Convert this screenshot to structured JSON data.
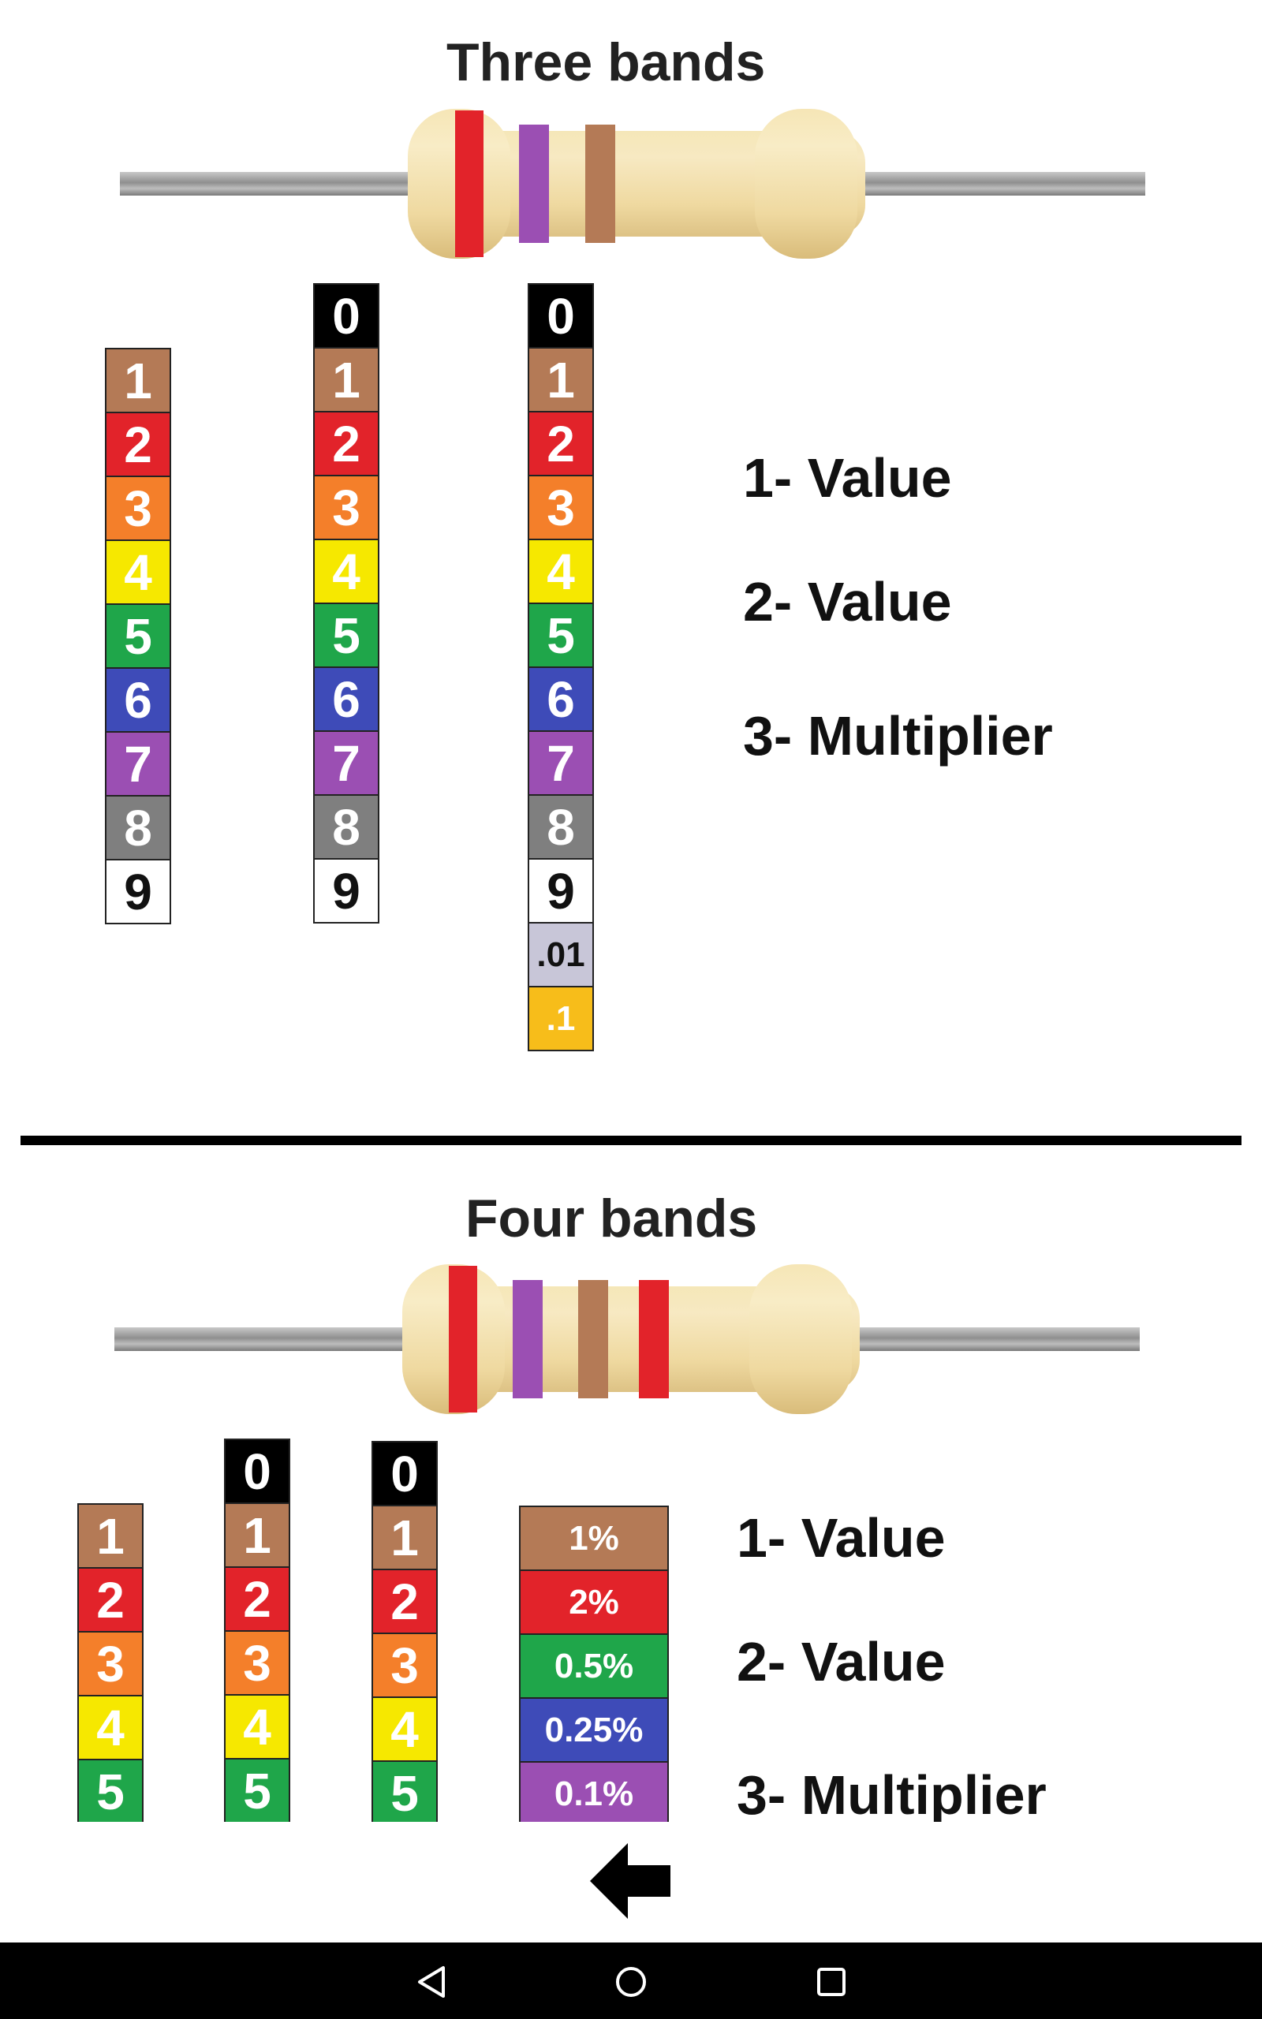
{
  "section1": {
    "title": "Three bands",
    "labels": [
      "1- Value",
      "2-  Value",
      "3- Multiplier"
    ],
    "bands": [
      "#e2232a",
      "#9b4fb3",
      "#b47a56"
    ]
  },
  "section2": {
    "title": "Four bands",
    "labels": [
      "1- Value",
      "2-  Value",
      "3- Multiplier"
    ],
    "bands": [
      "#e2232a",
      "#9b4fb3",
      "#b47a56",
      "#e2232a"
    ]
  },
  "colors": {
    "black": "#000000",
    "brown": "#b47a56",
    "red": "#e2232a",
    "orange": "#f47f2a",
    "yellow": "#f6e800",
    "green": "#1fa64a",
    "blue": "#3e4bb8",
    "violet": "#9b4fb3",
    "gray": "#7f7f7f",
    "white": "#ffffff",
    "silver": "#c8c6d8",
    "gold": "#f7bd1a"
  },
  "digits": {
    "d0": "0",
    "d1": "1",
    "d2": "2",
    "d3": "3",
    "d4": "4",
    "d5": "5",
    "d6": "6",
    "d7": "7",
    "d8": "8",
    "d9": "9",
    "m01": ".01",
    "m1": ".1"
  },
  "tolerance": [
    "1%",
    "2%",
    "0.5%",
    "0.25%",
    "0.1%"
  ],
  "icons": {
    "back": "back-arrow-icon",
    "nav": [
      "nav-back-icon",
      "nav-home-icon",
      "nav-recents-icon"
    ]
  }
}
